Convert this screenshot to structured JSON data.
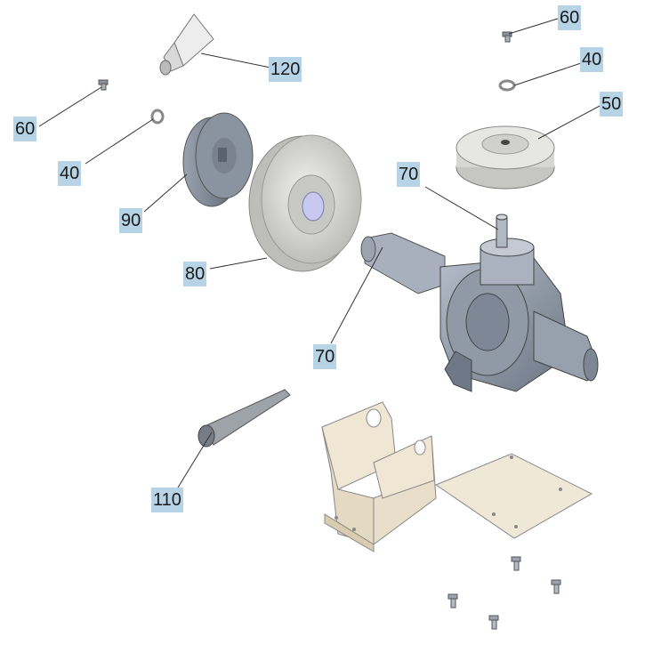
{
  "callouts": {
    "screw_top_right": "60",
    "washer_top_right": "40",
    "pulley_small_right": "50",
    "shaft_top": "70",
    "grease_tube": "120",
    "screw_left": "60",
    "washer_left": "40",
    "pulley_small_left": "90",
    "pulley_large": "80",
    "shaft_side": "70",
    "cone_tool": "110"
  },
  "colors": {
    "callout_bg": "#b7d3e6",
    "gearbox": "#8f9aa8",
    "bracket": "#ede3cf",
    "pulley_large": "#d9dad6",
    "pulley_small": "#7f8896"
  }
}
